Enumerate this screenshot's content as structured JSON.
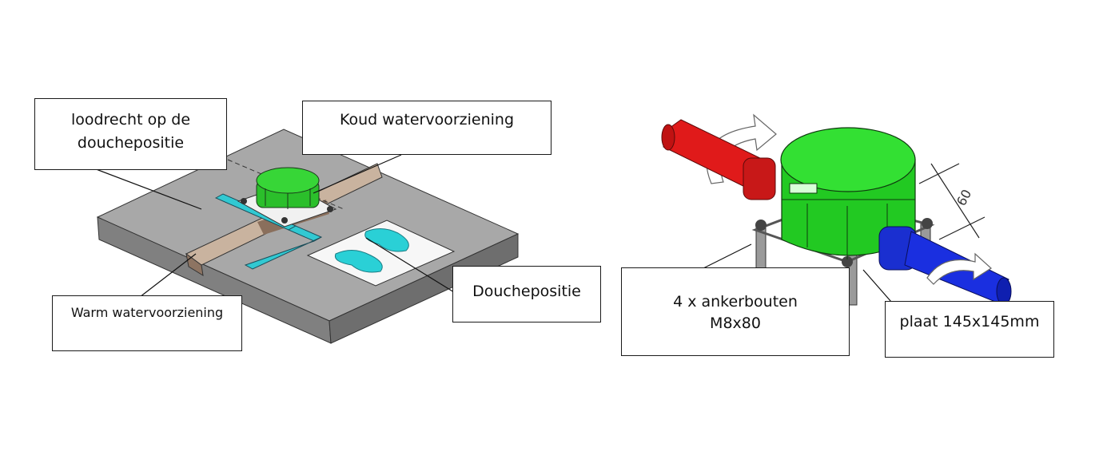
{
  "callouts": {
    "plumb_line1": "loodrecht op de",
    "plumb_line2": "douchepositie",
    "cold": "Koud watervoorziening",
    "warm": "Warm watervoorziening",
    "shower": "Douchepositie",
    "bolts_line1": "4 x ankerbouten",
    "bolts_line2": "M8x80",
    "plate": "plaat 145x145mm"
  },
  "dimension": "60",
  "colors": {
    "slab_top": "#a9a9a9",
    "slab_side": "#7e7e7e",
    "box_green": "#22d022",
    "pipe_cold": "#e01a1a",
    "pipe_warm": "#1a2fe0",
    "feet": "#2ad0d6"
  }
}
